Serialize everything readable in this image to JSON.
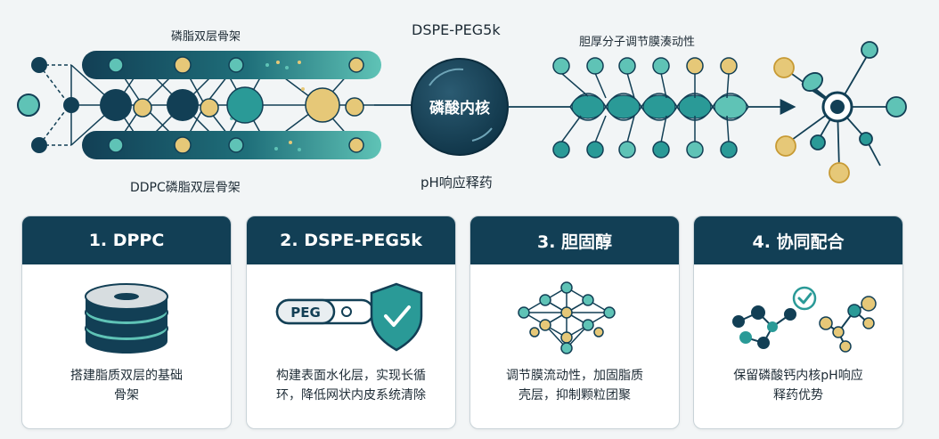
{
  "diagram": {
    "label_top_bilayer": "磷脂双层骨架",
    "label_bottom_bilayer": "DDPC磷脂双层骨架",
    "label_peg": "DSPE-PEG5k",
    "core_text": "磷酸内核",
    "label_ph": "pH响应释药",
    "label_cholesterol": "胆厚分子调节膜湊动性"
  },
  "cards": [
    {
      "title": "1. DPPC",
      "desc_lines": [
        "搭建脂质双层的基础",
        "骨架"
      ]
    },
    {
      "title": "2. DSPE-PEG5k",
      "icon_text": "PEG",
      "desc_lines": [
        "构建表面水化层，实现长循",
        "环，降低网状内皮系统清除"
      ]
    },
    {
      "title": "3. 胆固醇",
      "desc_lines": [
        "调节膜流动性，加固脂质",
        "壳层，抑制颗粒团聚"
      ]
    },
    {
      "title": "4. 协同配合",
      "desc_lines": [
        "保留磷酸钙内核pH响应",
        "释药优势"
      ]
    }
  ],
  "colors": {
    "navy": "#123f55",
    "teal": "#2a9a97",
    "teal_light": "#5fc3b6",
    "gold": "#e6c878",
    "gold_stroke": "#c79a34"
  }
}
